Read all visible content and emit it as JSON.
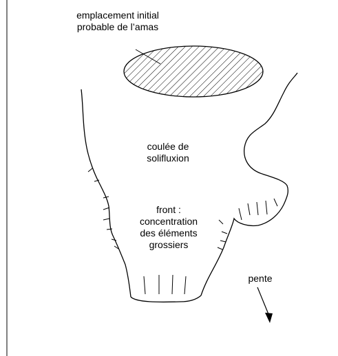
{
  "labels": {
    "initial_location": [
      "emplacement initial",
      "probable de l’amas"
    ],
    "flow": [
      "coulée de",
      "solifluxion"
    ],
    "front": [
      "front :",
      "concentration",
      "des éléments",
      "grossiers"
    ],
    "slope": "pente"
  },
  "colors": {
    "stroke": "#000000",
    "background": "#ffffff"
  }
}
